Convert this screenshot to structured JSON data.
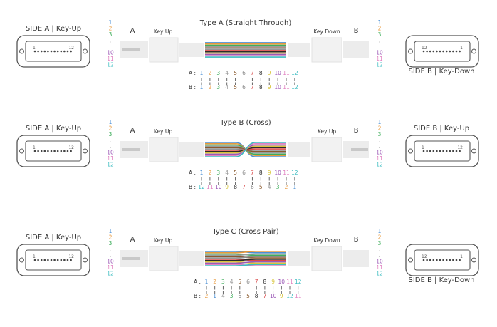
{
  "colors": [
    "#4a8fd4",
    "#e8983a",
    "#3fae5c",
    "#9b9b9b",
    "#8a5a2e",
    "#8a8a8a",
    "#d94a4a",
    "#2b2b2b",
    "#d8c53a",
    "#9b59b6",
    "#e080c0",
    "#3bbcc0"
  ],
  "rows": [
    {
      "title": "Type A (Straight Through)",
      "side_a": "SIDE A | Key-Up",
      "side_b": "SIDE B | Key-Down",
      "end_a": "A",
      "end_b": "B",
      "key_a": "Key Up",
      "key_b": "Key Down",
      "conn_a_left": "1",
      "conn_a_right": "12",
      "conn_b_left": "12",
      "conn_b_right": "1",
      "fiber_left": [
        "1",
        "2",
        "3",
        ".",
        ".",
        "10",
        "11",
        "12"
      ],
      "fiber_right": [
        "1",
        "2",
        "3",
        ".",
        ".",
        "10",
        "11",
        "12"
      ],
      "map_a_label": "A :",
      "map_b_label": "B :",
      "map_a": [
        1,
        2,
        3,
        4,
        5,
        6,
        7,
        8,
        9,
        10,
        11,
        12
      ],
      "map_b": [
        1,
        2,
        3,
        4,
        5,
        6,
        7,
        8,
        9,
        10,
        11,
        12
      ],
      "mode": "straight"
    },
    {
      "title": "Type B (Cross)",
      "side_a": "SIDE A | Key-Up",
      "side_b": "SIDE B | Key-Up",
      "end_a": "A",
      "end_b": "B",
      "key_a": "Key Up",
      "key_b": "Key Up",
      "conn_a_left": "1",
      "conn_a_right": "12",
      "conn_b_left": "1",
      "conn_b_right": "12",
      "fiber_left": [
        "1",
        "2",
        "3",
        ".",
        ".",
        "10",
        "11",
        "12"
      ],
      "fiber_right": [
        "1",
        "2",
        "3",
        ".",
        ".",
        "10",
        "11",
        "12"
      ],
      "map_a_label": "A :",
      "map_b_label": "B :",
      "map_a": [
        1,
        2,
        3,
        4,
        5,
        6,
        7,
        8,
        9,
        10,
        11,
        12
      ],
      "map_b": [
        12,
        11,
        10,
        9,
        8,
        7,
        6,
        5,
        4,
        3,
        2,
        1
      ],
      "mode": "cross"
    },
    {
      "title": "Type C (Cross Pair)",
      "side_a": "SIDE A | Key-Up",
      "side_b": "SIDE B | Key-Down",
      "end_a": "A",
      "end_b": "B",
      "key_a": "Key Up",
      "key_b": "Key Down",
      "conn_a_left": "1",
      "conn_a_right": "12",
      "conn_b_left": "12",
      "conn_b_right": "1",
      "fiber_left": [
        "1",
        "2",
        "3",
        ".",
        ".",
        "10",
        "11",
        "12"
      ],
      "fiber_right": [
        "1",
        "2",
        "3",
        ".",
        ".",
        "10",
        "11",
        "12"
      ],
      "map_a_label": "A :",
      "map_b_label": "B :",
      "map_a": [
        1,
        2,
        3,
        4,
        5,
        6,
        7,
        8,
        9,
        10,
        11,
        12
      ],
      "map_b": [
        2,
        1,
        4,
        3,
        6,
        5,
        8,
        7,
        10,
        9,
        12,
        11
      ],
      "mode": "pair"
    }
  ]
}
